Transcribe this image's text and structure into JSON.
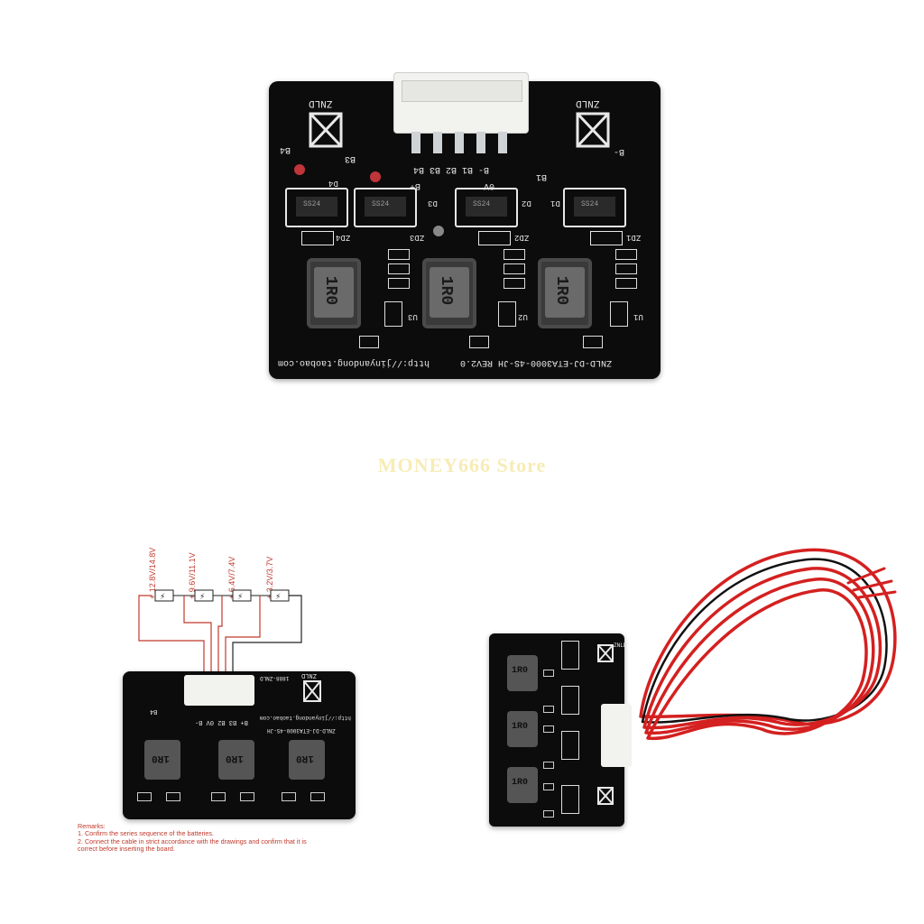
{
  "watermark": "MONEY666 Store",
  "main_board": {
    "logo": "ZNLD",
    "pads": [
      "B4",
      "B3",
      "B-",
      "B1"
    ],
    "connector_pins": "B- B1 B2 B3 B4",
    "diodes": [
      "D4",
      "D3",
      "D2",
      "D1"
    ],
    "diode_marking": "SS24",
    "nets": [
      "B+",
      "0V"
    ],
    "zeners": [
      "ZD4",
      "ZD3",
      "ZD2",
      "ZD1"
    ],
    "inductor_marking": "1R0",
    "ics": [
      "U3",
      "U2",
      "U1"
    ],
    "bottom_text": "ZNLD-DJ-ETA3000-4S-JH  REV2.0",
    "url_text": "http://jinyandong.taobao.com"
  },
  "diagram": {
    "voltage_labels": [
      "+ 12.8V/14.8V",
      "+ 9.6V/11.1V",
      "+ 6.4V/7.4V",
      "+ 3.2V/3.7V"
    ],
    "cell_symbol": "+ ⚡ -",
    "board_logo": "ZNLD",
    "board_pin_labels": "B+ B3 B2 0V B-",
    "board_title": "ZNLD-DJ-ETA3000-4S-JH",
    "board_url": "http://jinyandong.taobao.com",
    "board_serial": "1888-ZNLD",
    "board_pad": "B4",
    "inductor_marking": "1R0",
    "remarks_title": "Remarks:",
    "remarks": [
      "1. Confirm the series sequence of the batteries.",
      "2. Connect the cable in strict accordance with the drawings and confirm that it is correct before inserting the board."
    ]
  },
  "photo_board": {
    "logo": "ZNLD",
    "inductor_marking": "1R0",
    "wire_colors": [
      "#d42020",
      "#111111"
    ]
  },
  "colors": {
    "pcb": "#0c0c0c",
    "silk": "#e8e8e8",
    "connector": "#f2f2ee",
    "wire_red": "#d42020",
    "diagram_red": "#c0392b"
  }
}
